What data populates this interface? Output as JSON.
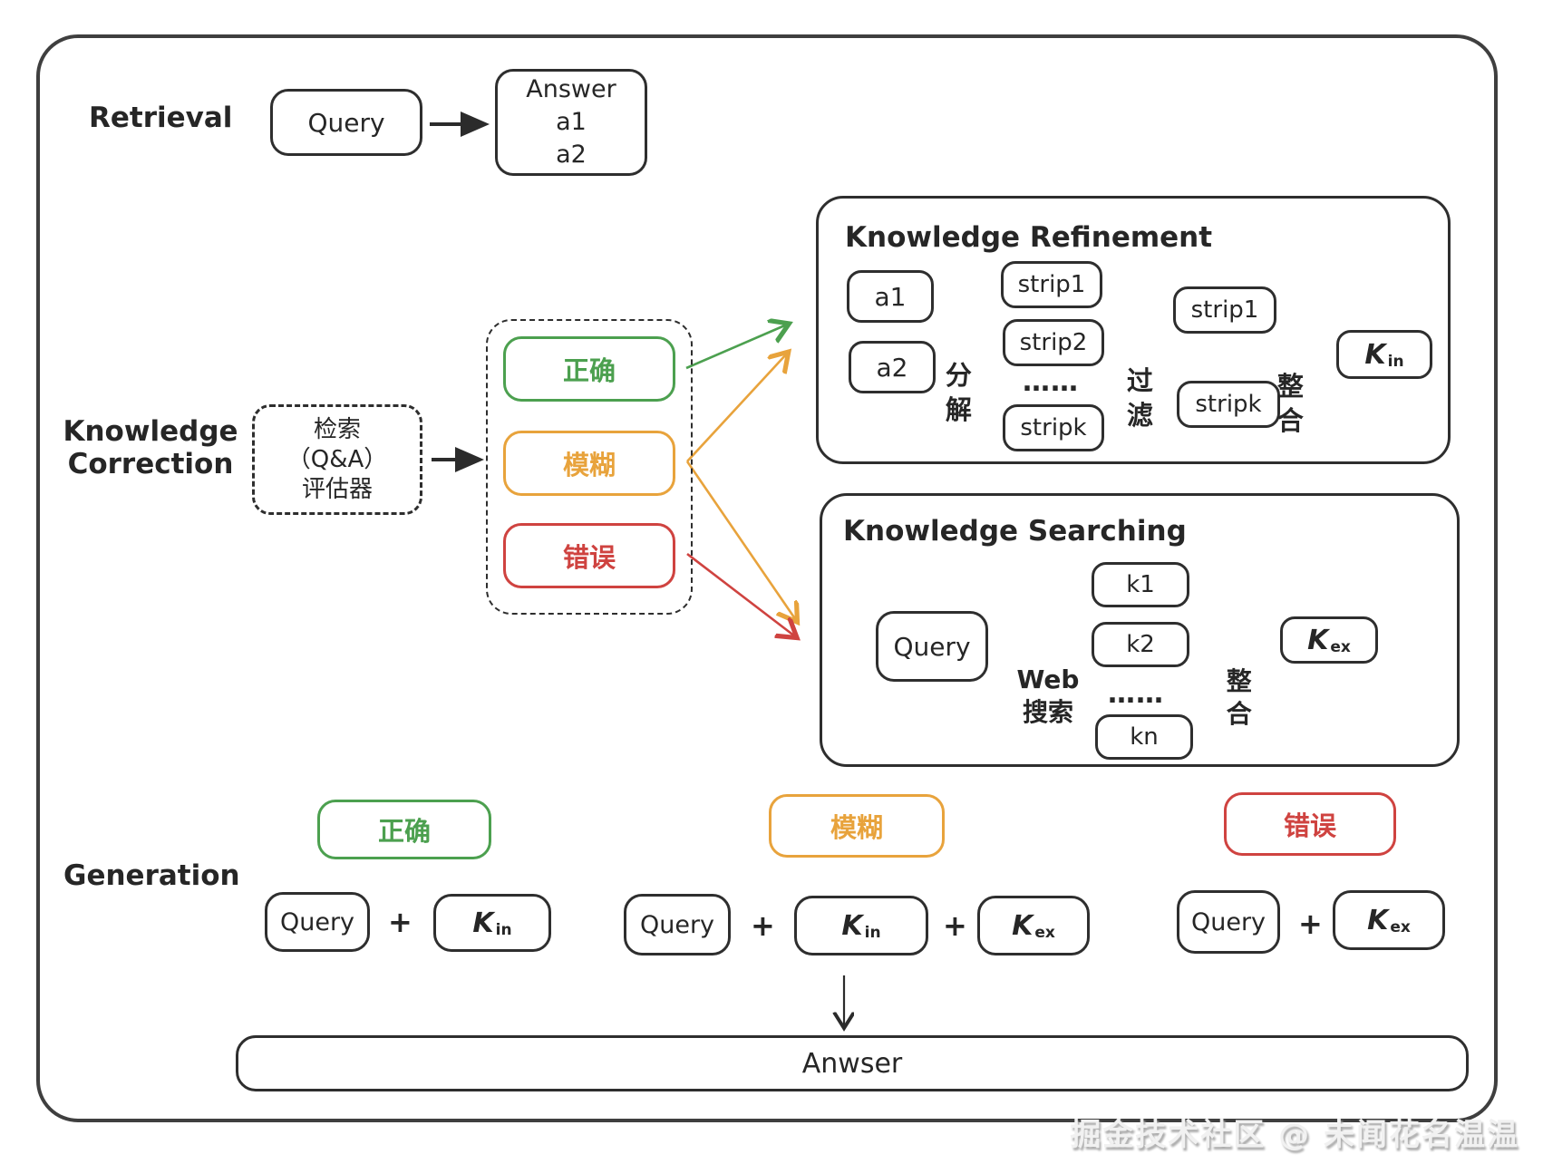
{
  "colors": {
    "ink": "#2e2e2e",
    "frame_gray": "#3f3f3f",
    "correct_green": "#4ca04f",
    "ambiguous_orange": "#e8a33c",
    "incorrect_red": "#cf4340"
  },
  "retrieval": {
    "label": "Retrieval",
    "query": "Query",
    "answer": {
      "title": "Answer",
      "line1": "a1",
      "line2": "a2"
    }
  },
  "correction": {
    "label_line1": "Knowledge",
    "label_line2": "Correction",
    "evaluator": {
      "line1": "检索",
      "line2": "（Q&A）",
      "line3": "评估器"
    },
    "correct": "正确",
    "ambiguous": "模糊",
    "incorrect": "错误"
  },
  "refinement": {
    "title": "Knowledge Refinement",
    "a1": "a1",
    "a2": "a2",
    "decompose": "分解",
    "strip1": "strip1",
    "strip2": "strip2",
    "dots": "……",
    "stripk": "stripk",
    "filter": "过滤",
    "filtered_strip1": "strip1",
    "filtered_stripk": "stripk",
    "integrate": "整合",
    "kin": {
      "base": "K",
      "sub": "in"
    }
  },
  "searching": {
    "title": "Knowledge Searching",
    "query": "Query",
    "web": "Web",
    "search": "搜索",
    "k1": "k1",
    "k2": "k2",
    "dots": "……",
    "kn": "kn",
    "integrate": "整合",
    "kex": {
      "base": "K",
      "sub": "ex"
    }
  },
  "generation": {
    "label": "Generation",
    "plus": "+",
    "correct": {
      "category": "正确",
      "query": "Query",
      "k_base": "K",
      "k_sub": "in"
    },
    "ambiguous": {
      "category": "模糊",
      "query": "Query",
      "k1_base": "K",
      "k1_sub": "in",
      "k2_base": "K",
      "k2_sub": "ex"
    },
    "incorrect": {
      "category": "错误",
      "query": "Query",
      "k_base": "K",
      "k_sub": "ex"
    }
  },
  "answer_bar": {
    "text": "Anwser"
  },
  "watermark": {
    "text": "掘金技术社区 @ 未闻花名温温"
  }
}
